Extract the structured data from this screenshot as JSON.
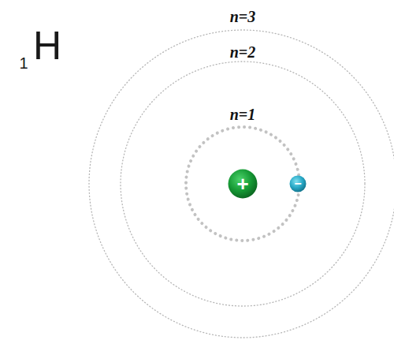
{
  "diagram": {
    "nodes": [
      {
        "text": [
          "+"
        ]
      },
      {
        "text": [
          "−"
        ]
      }
    ],
    "labels": [
      "1",
      "H",
      "n=3",
      "n=2",
      "n=1"
    ]
  }
}
